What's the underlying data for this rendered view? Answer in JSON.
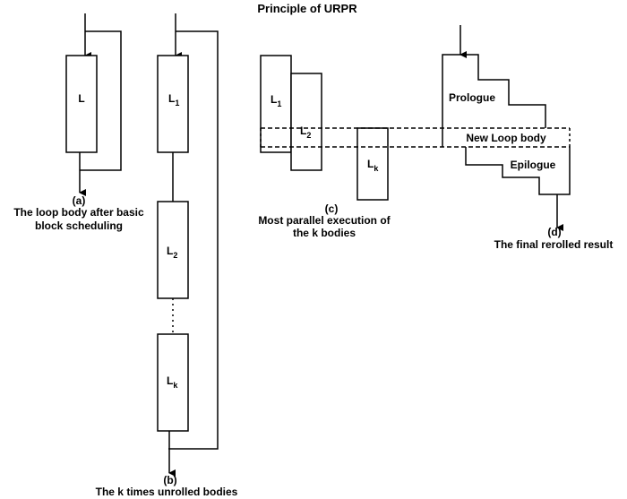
{
  "title": "Principle of URPR",
  "panels": {
    "a": {
      "label": "(a)",
      "caption_lines": [
        "The loop body after basic",
        "block scheduling"
      ],
      "block": {
        "main": "L",
        "sub": ""
      }
    },
    "b": {
      "label": "(b)",
      "caption_lines": [
        "The k times unrolled bodies"
      ],
      "blocks": [
        {
          "main": "L",
          "sub": "1"
        },
        {
          "main": "L",
          "sub": "2"
        },
        {
          "main": "L",
          "sub": "k"
        }
      ]
    },
    "c": {
      "label": "(c)",
      "caption_lines": [
        "Most parallel execution of",
        "the k bodies"
      ],
      "blocks": [
        {
          "main": "L",
          "sub": "1"
        },
        {
          "main": "L",
          "sub": "2"
        },
        {
          "main": "L",
          "sub": "k"
        }
      ]
    },
    "d": {
      "label": "(d)",
      "caption_lines": [
        "The final rerolled result"
      ],
      "prologue": "Prologue",
      "new_loop_body": "New Loop body",
      "epilogue": "Epilogue"
    }
  },
  "colors": {
    "stroke": "#000000",
    "background": "#ffffff"
  }
}
